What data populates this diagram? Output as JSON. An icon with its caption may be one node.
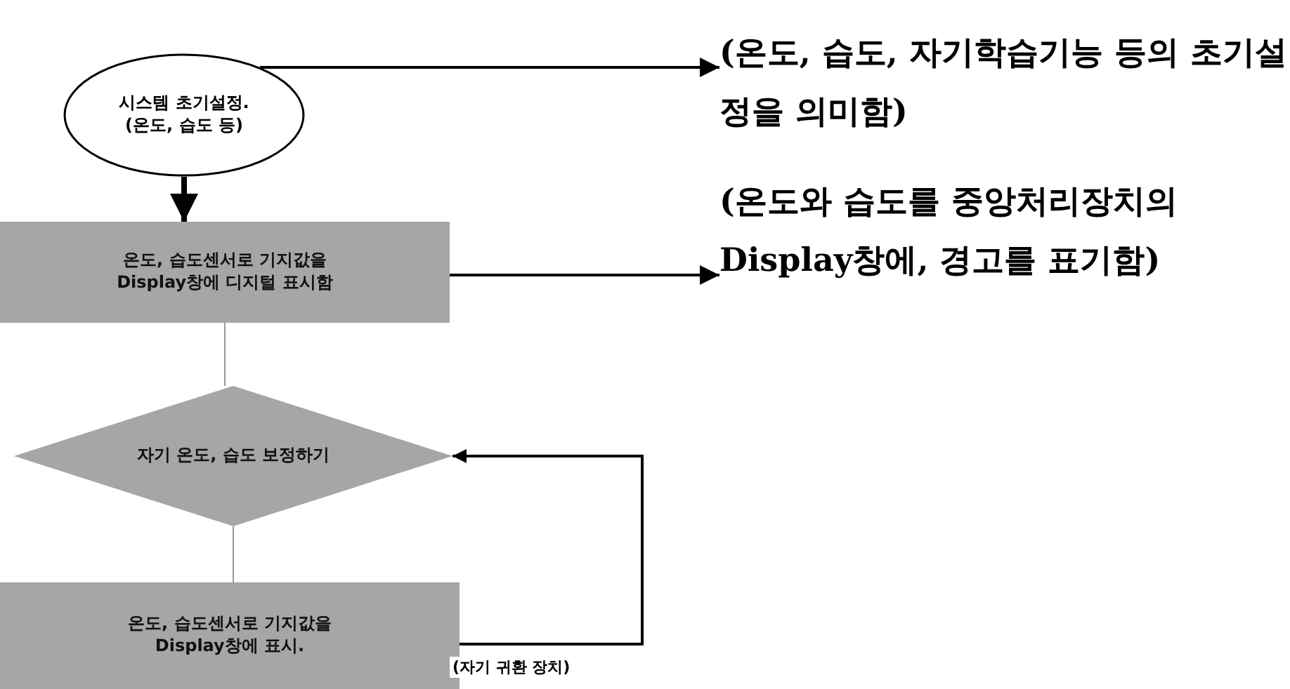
{
  "diagram": {
    "nodes": [
      {
        "text": [
          "시스템 초기설정. (온도, 습도 등)"
        ]
      },
      {
        "text": [
          "온도, 습도센서로 기지값을 Display창에 디지털 표시함"
        ]
      },
      {
        "text": [
          "자기 온도, 습도 보정하기"
        ]
      },
      {
        "text": [
          "온도, 습도센서로 기지값을 Display창에 표시."
        ]
      },
      {
        "text": [
          "(온도, 습도, 자기학습기능 등의 초기설정을 의미함)"
        ]
      },
      {
        "text": [
          "(온도와 습도를 중앙처리장치의 Display창에, 경고를 표기함)"
        ]
      }
    ],
    "edges": [
      {
        "from": 0,
        "to": 1,
        "arrow": "to",
        "style": "thick"
      },
      {
        "from": 1,
        "to": 2,
        "arrow": "none",
        "color": "#999999"
      },
      {
        "from": 2,
        "to": 3,
        "arrow": "none",
        "color": "#999999"
      },
      {
        "from": 3,
        "to": 2,
        "arrow": "to",
        "label": "(자기 귀환 장치)"
      },
      {
        "from": 0,
        "to": 4,
        "arrow": "to"
      },
      {
        "from": 1,
        "to": 5,
        "arrow": "to"
      }
    ]
  }
}
